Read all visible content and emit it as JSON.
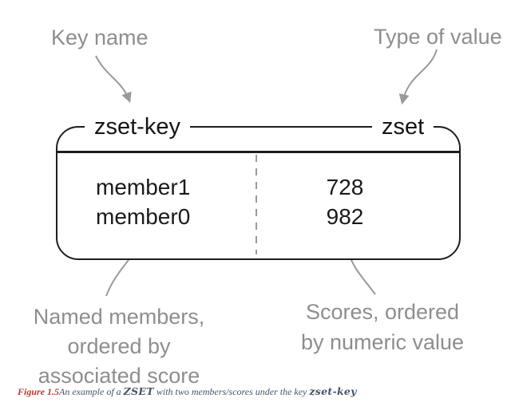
{
  "annotations": {
    "key_name": "Key name",
    "type_of_value": "Type of value",
    "members_note": [
      "Named members,",
      "ordered by",
      "associated score"
    ],
    "scores_note": [
      "Scores, ordered",
      "by numeric value"
    ]
  },
  "box": {
    "key_name": "zset-key",
    "type": "zset",
    "rows": [
      {
        "member": "member1",
        "score": "728"
      },
      {
        "member": "member0",
        "score": "982"
      }
    ]
  },
  "caption": {
    "figure_label": "Figure 1.5",
    "part1": "An example of a ",
    "zset_term": "ZSET",
    "part2": " with two members/scores under the key ",
    "key_term": "zset-key"
  },
  "colors": {
    "annotation_gray": "#8e8e8e",
    "box_border": "#1e1e1e",
    "text_dark": "#1a1a1a",
    "dashed_divider": "#9a9a9a",
    "caption_red": "#c0392b",
    "caption_slate": "#44546a"
  }
}
